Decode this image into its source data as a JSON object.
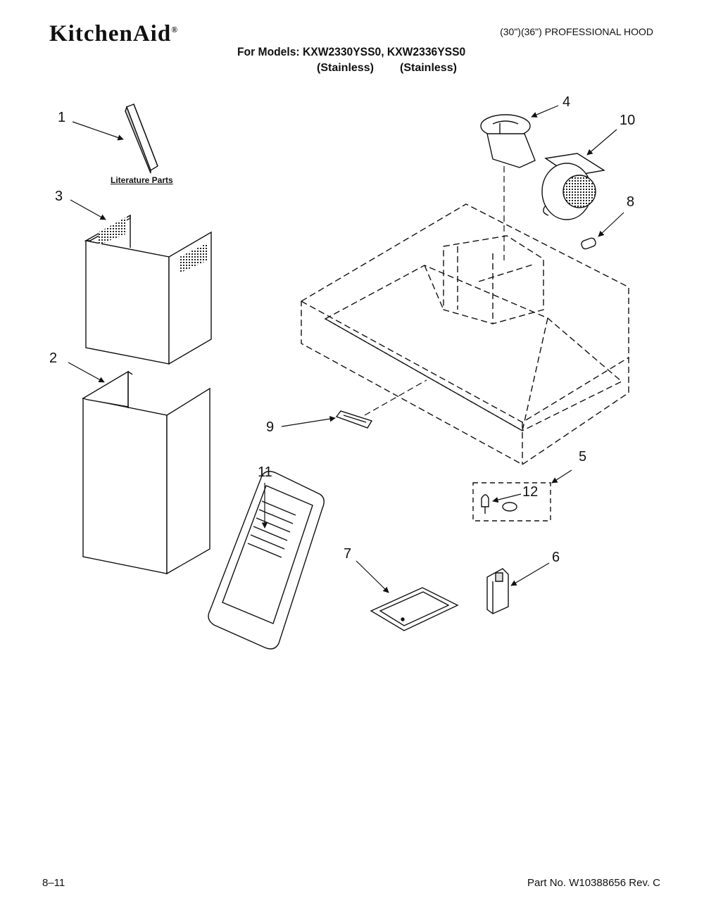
{
  "header": {
    "brand": "KitchenAid",
    "brand_mark": "®",
    "product": "(30\")(36\") PROFESSIONAL HOOD",
    "models_line": "For Models: KXW2330YSS0, KXW2336YSS0",
    "variant_1": "(Stainless)",
    "variant_2": "(Stainless)"
  },
  "diagram": {
    "literature_label": "Literature Parts",
    "callouts": {
      "c1": "1",
      "c2": "2",
      "c3": "3",
      "c4": "4",
      "c5": "5",
      "c6": "6",
      "c7": "7",
      "c8": "8",
      "c9": "9",
      "c10": "10",
      "c11": "11",
      "c12": "12"
    }
  },
  "footer": {
    "date_code": "8–11",
    "part_number": "Part No. W10388656 Rev. C"
  }
}
